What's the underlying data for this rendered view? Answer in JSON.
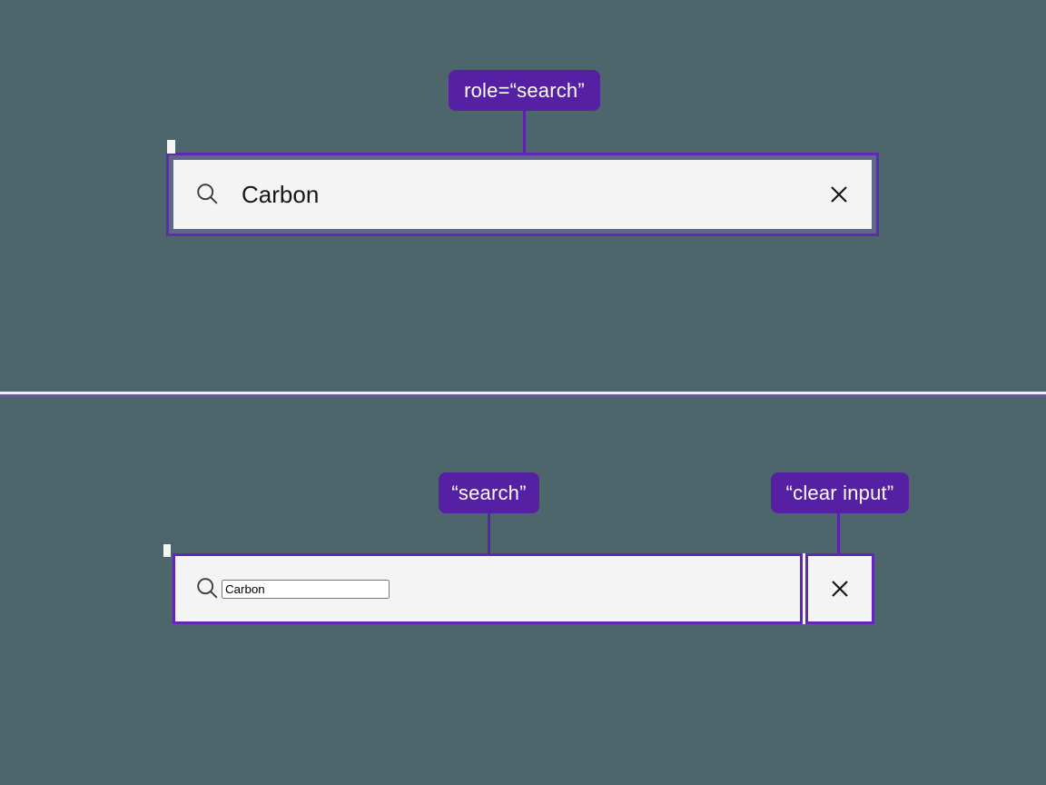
{
  "colors": {
    "background": "#4d666c",
    "badge_purple": "#5520a4",
    "outline_purple": "#6227b5",
    "field_background": "#f4f4f4",
    "field_text": "#161616",
    "divider_white": "#eef0f3",
    "divider_purple": "#675d95"
  },
  "top_section": {
    "annotation_badge": "role=“search”",
    "search_input": {
      "value": "Carbon"
    },
    "icons": {
      "search": "search-icon",
      "clear": "close-icon"
    }
  },
  "bottom_section": {
    "search_badge": "“search”",
    "clear_badge": "“clear input”",
    "search_input": {
      "value": "Carbon"
    },
    "icons": {
      "search": "search-icon",
      "clear": "close-icon"
    }
  }
}
